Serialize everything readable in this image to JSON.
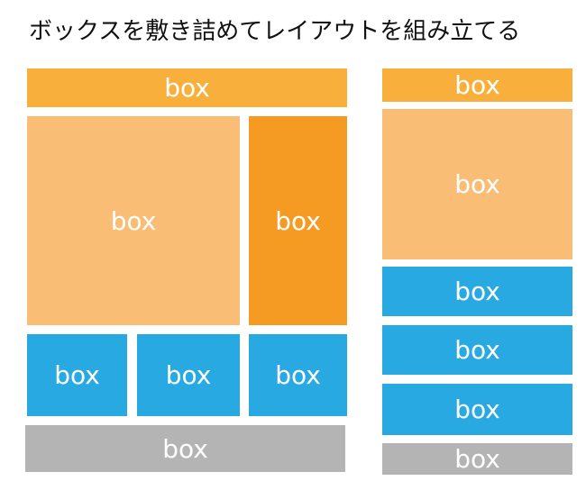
{
  "title": "ボックスを敷き詰めてレイアウトを組み立てる",
  "colors": {
    "yellow_orange": "#F9AF3B",
    "light_orange": "#F9BD76",
    "dark_orange": "#F59A22",
    "blue": "#29A9E1",
    "gray": "#B4B4B4"
  },
  "left_layout": {
    "header": "box",
    "main": "box",
    "side": "box",
    "tile_1": "box",
    "tile_2": "box",
    "tile_3": "box",
    "footer": "box"
  },
  "right_layout": {
    "header": "box",
    "main": "box",
    "item_1": "box",
    "item_2": "box",
    "item_3": "box",
    "footer": "box"
  }
}
